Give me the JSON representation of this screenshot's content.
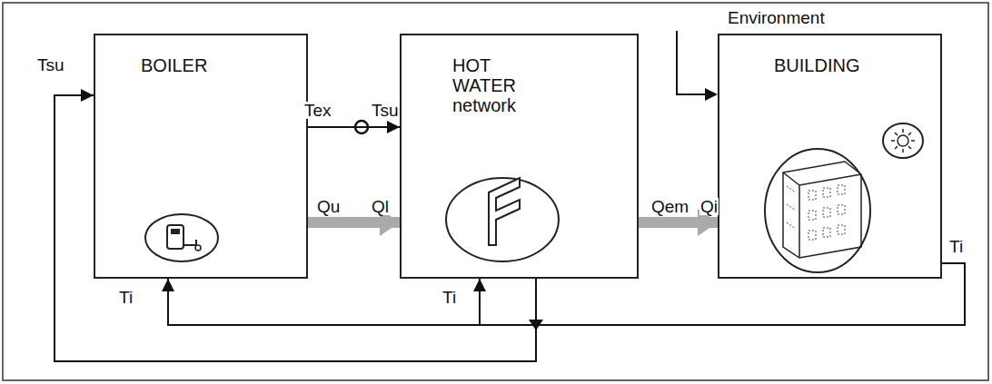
{
  "diagram": {
    "nodes": [
      {
        "text": [
          "BOILER"
        ]
      },
      {
        "text": [
          "HOT WATER network"
        ]
      },
      {
        "text": [
          "BUILDING"
        ]
      }
    ],
    "edges": [
      {
        "from": 0,
        "to": 1,
        "arrow": "to"
      },
      {
        "from": 0,
        "to": 1,
        "arrow": "to"
      },
      {
        "from": 1,
        "to": 2,
        "arrow": "to"
      },
      {
        "from": 2,
        "to": 0,
        "arrow": "to"
      },
      {
        "from": 2,
        "to": 1,
        "arrow": "to"
      },
      {
        "from": 1,
        "to": 0,
        "arrow": "to"
      }
    ],
    "labels": [
      "Environment",
      "Tsu",
      "Tex",
      "Tsu",
      "Qu",
      "Ql",
      "Qem",
      "Qi",
      "Ti",
      "Ti",
      "Ti"
    ]
  }
}
